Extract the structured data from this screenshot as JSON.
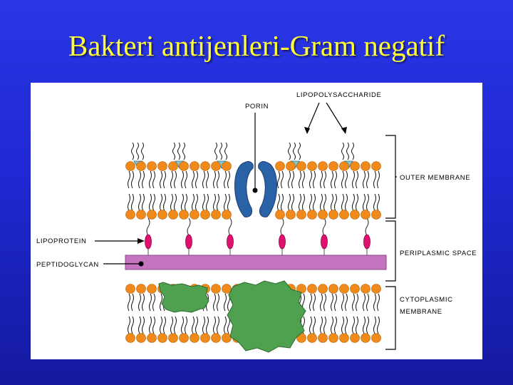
{
  "slide": {
    "title": "Bakteri antijenleri-Gram negatif"
  },
  "diagram": {
    "labels": {
      "porin": "PORIN",
      "lipopolysaccharide": "LIPOPOLYSACCHARIDE",
      "outer_membrane": "OUTER MEMBRANE",
      "lipoprotein": "LIPOPROTEIN",
      "peptidoglycan": "PEPTIDOGLYCAN",
      "periplasmic_space": "PERIPLASMIC SPACE",
      "cytoplasmic_membrane_line1": "CYTOPLASMIC",
      "cytoplasmic_membrane_line2": "MEMBRANE"
    },
    "colors": {
      "slide_background": "#1f28d2",
      "title": "#ffff33",
      "lipid_head": "#f08a1a",
      "lps_core": "#7ec8e3",
      "porin": "#2a62a8",
      "lipoprotein": "#e0106e",
      "peptidoglycan": "#c574c0",
      "membrane_protein": "#4fa04f"
    }
  }
}
